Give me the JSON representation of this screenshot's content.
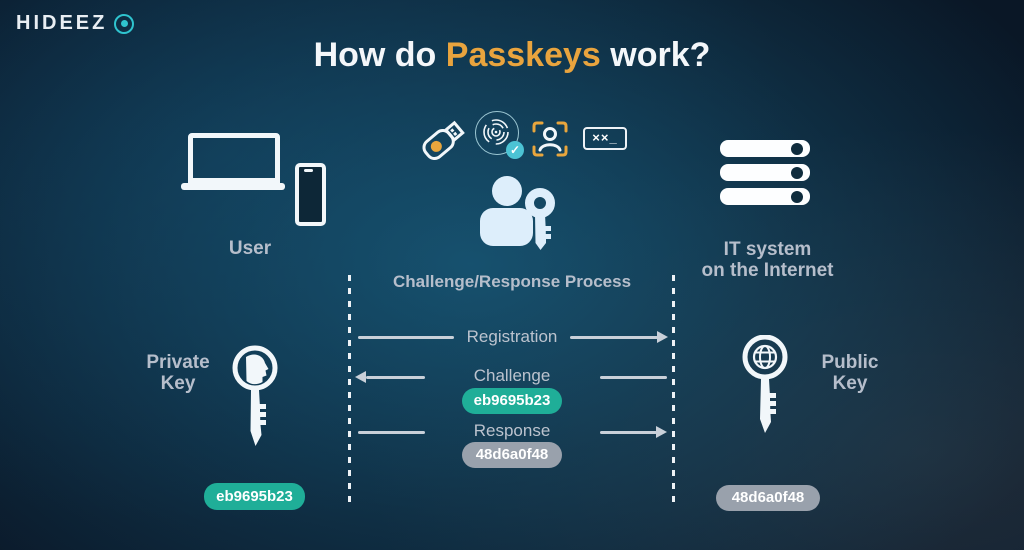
{
  "brand": {
    "name": "HIDEEZ",
    "accent_color": "#2fc4cf"
  },
  "title": {
    "part1": "How do ",
    "highlight": "Passkeys",
    "part2": " work?",
    "highlight_color": "#e9a43e"
  },
  "user": {
    "label": "User"
  },
  "it_system": {
    "label_line1": "IT system",
    "label_line2": "on the Internet"
  },
  "auth_methods": {
    "icons": [
      "security-key",
      "fingerprint",
      "face-id",
      "password"
    ],
    "password_glyph": "××_",
    "check_glyph": "✓"
  },
  "process": {
    "heading": "Challenge/Response Process",
    "registration_label": "Registration",
    "challenge_label": "Challenge",
    "challenge_value": "eb9695b23",
    "challenge_color": "#1fae98",
    "response_label": "Response",
    "response_value": "48d6a0f48",
    "response_color": "#99a1ac"
  },
  "private_key": {
    "label_line1": "Private",
    "label_line2": "Key",
    "value": "eb9695b23",
    "badge_color": "#1fae98"
  },
  "public_key": {
    "label_line1": "Public",
    "label_line2": "Key",
    "value": "48d6a0f48",
    "badge_color": "#99a1ac"
  }
}
